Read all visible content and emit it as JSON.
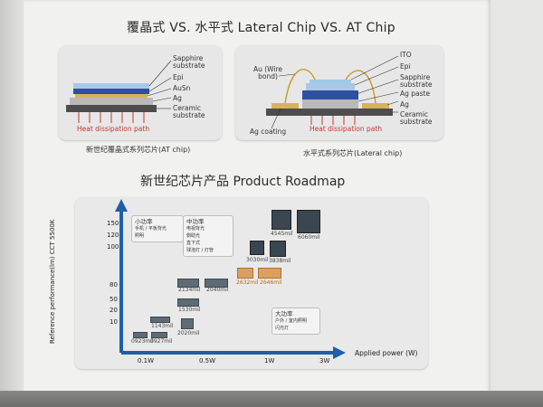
{
  "title": "覆晶式 VS. 水平式 Lateral Chip VS. AT Chip",
  "diagram_at": {
    "labels": [
      "Sapphire substrate",
      "Epi",
      "AuSn",
      "Ag",
      "Ceramic substrate"
    ],
    "heat": "Heat dissipation path",
    "caption": "新世纪覆晶式系列芯片(AT chip)"
  },
  "diagram_lateral": {
    "left_labels": [
      "Au (Wire bond)",
      "Ag coating"
    ],
    "right_labels": [
      "ITO",
      "Epi",
      "Sapphire substrate",
      "Ag paste",
      "Ag",
      "Ceramic substrate"
    ],
    "heat": "Heat dissipation path",
    "caption": "水平式系列芯片(Lateral chip)"
  },
  "roadmap_title": "新世纪芯片产品 Product Roadmap",
  "chart_data": {
    "type": "scatter",
    "ylabel": "Reference performance(lm) CCT 5500K",
    "xlabel": "Applied power (W)",
    "y_ticks": [
      "150",
      "120",
      "100",
      "80",
      "50",
      "20",
      "10"
    ],
    "x_ticks": [
      "0.1W",
      "0.5W",
      "1W",
      "3W"
    ],
    "categories": {
      "small": {
        "title": "小功率",
        "items": [
          "手机 / 平板背光",
          "照明"
        ]
      },
      "medium": {
        "title": "中功率",
        "items": [
          "电视背光",
          "側助光",
          "直下式",
          "球泡灯 / 灯管"
        ]
      },
      "large": {
        "title": "大功率",
        "items": [
          "户外 / 室内照明",
          "闪光灯"
        ]
      }
    },
    "products": [
      {
        "name": "0923mil",
        "group": "small"
      },
      {
        "name": "0927mil",
        "group": "small"
      },
      {
        "name": "1143mil",
        "group": "small"
      },
      {
        "name": "2020mil",
        "group": "medium"
      },
      {
        "name": "1530mil",
        "group": "medium"
      },
      {
        "name": "2134mil",
        "group": "medium"
      },
      {
        "name": "2040mil",
        "group": "medium"
      },
      {
        "name": "2632mil",
        "group": "medium"
      },
      {
        "name": "2646mil",
        "group": "medium"
      },
      {
        "name": "3030mil",
        "group": "large"
      },
      {
        "name": "3838mil",
        "group": "large"
      },
      {
        "name": "4545mil",
        "group": "large"
      },
      {
        "name": "6060mil",
        "group": "large"
      }
    ]
  }
}
